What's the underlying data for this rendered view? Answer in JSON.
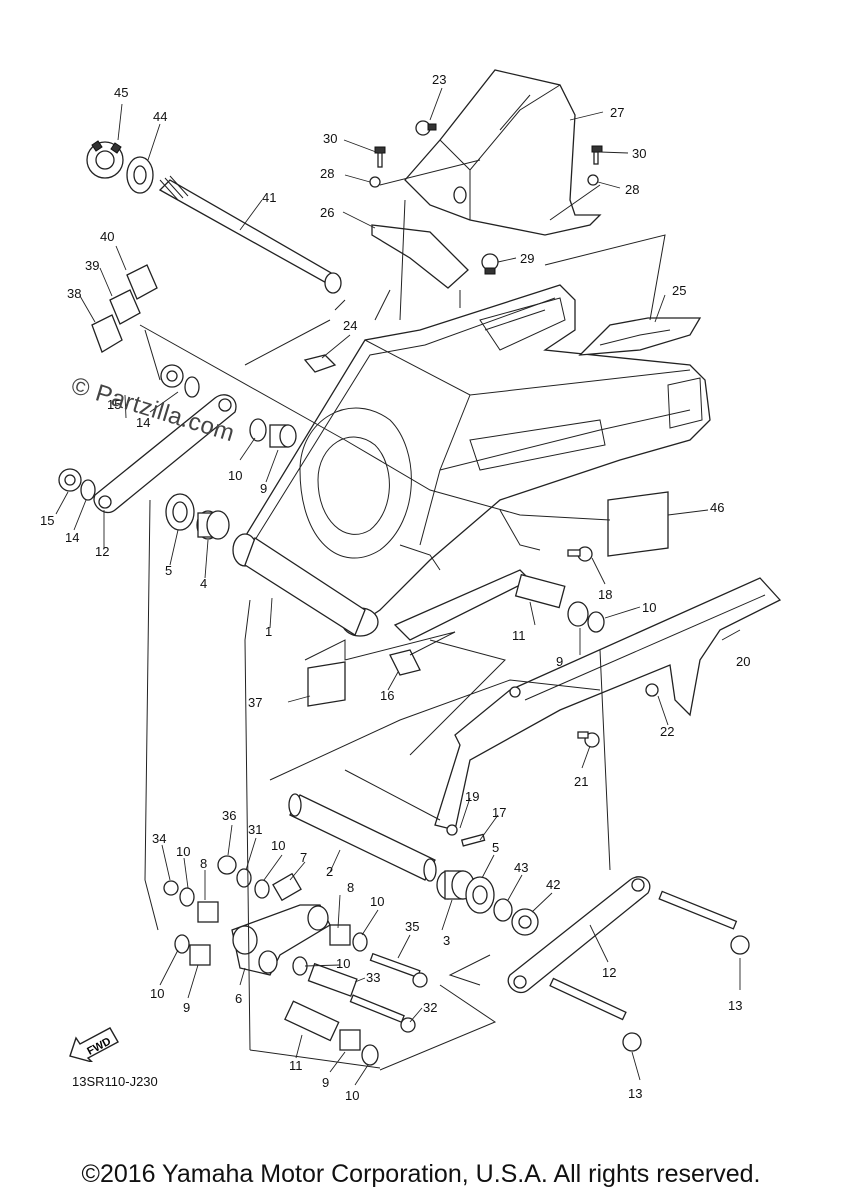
{
  "watermark": "© Partzilla.com",
  "diagram_code": "13SR110-J230",
  "copyright": "©2016 Yamaha Motor Corporation, U.S.A. All rights reserved.",
  "fwd_label": "FWD",
  "callouts": [
    {
      "id": "c1",
      "text": "1"
    },
    {
      "id": "c2",
      "text": "2"
    },
    {
      "id": "c3",
      "text": "3"
    },
    {
      "id": "c4",
      "text": "4"
    },
    {
      "id": "c5a",
      "text": "5"
    },
    {
      "id": "c5b",
      "text": "5"
    },
    {
      "id": "c6",
      "text": "6"
    },
    {
      "id": "c7",
      "text": "7"
    },
    {
      "id": "c8a",
      "text": "8"
    },
    {
      "id": "c8b",
      "text": "8"
    },
    {
      "id": "c9a",
      "text": "9"
    },
    {
      "id": "c9b",
      "text": "9"
    },
    {
      "id": "c9c",
      "text": "9"
    },
    {
      "id": "c9d",
      "text": "9"
    },
    {
      "id": "c10a",
      "text": "10"
    },
    {
      "id": "c10b",
      "text": "10"
    },
    {
      "id": "c10c",
      "text": "10"
    },
    {
      "id": "c10d",
      "text": "10"
    },
    {
      "id": "c10e",
      "text": "10"
    },
    {
      "id": "c10f",
      "text": "10"
    },
    {
      "id": "c10g",
      "text": "10"
    },
    {
      "id": "c10h",
      "text": "10"
    },
    {
      "id": "c11a",
      "text": "11"
    },
    {
      "id": "c11b",
      "text": "11"
    },
    {
      "id": "c12a",
      "text": "12"
    },
    {
      "id": "c12b",
      "text": "12"
    },
    {
      "id": "c13a",
      "text": "13"
    },
    {
      "id": "c13b",
      "text": "13"
    },
    {
      "id": "c14a",
      "text": "14"
    },
    {
      "id": "c14b",
      "text": "14"
    },
    {
      "id": "c15a",
      "text": "15"
    },
    {
      "id": "c15b",
      "text": "15"
    },
    {
      "id": "c16",
      "text": "16"
    },
    {
      "id": "c17",
      "text": "17"
    },
    {
      "id": "c18",
      "text": "18"
    },
    {
      "id": "c19",
      "text": "19"
    },
    {
      "id": "c20",
      "text": "20"
    },
    {
      "id": "c21",
      "text": "21"
    },
    {
      "id": "c22",
      "text": "22"
    },
    {
      "id": "c23",
      "text": "23"
    },
    {
      "id": "c24",
      "text": "24"
    },
    {
      "id": "c25",
      "text": "25"
    },
    {
      "id": "c26",
      "text": "26"
    },
    {
      "id": "c27",
      "text": "27"
    },
    {
      "id": "c28a",
      "text": "28"
    },
    {
      "id": "c28b",
      "text": "28"
    },
    {
      "id": "c29",
      "text": "29"
    },
    {
      "id": "c30a",
      "text": "30"
    },
    {
      "id": "c30b",
      "text": "30"
    },
    {
      "id": "c31",
      "text": "31"
    },
    {
      "id": "c32",
      "text": "32"
    },
    {
      "id": "c33",
      "text": "33"
    },
    {
      "id": "c34",
      "text": "34"
    },
    {
      "id": "c35",
      "text": "35"
    },
    {
      "id": "c36",
      "text": "36"
    },
    {
      "id": "c37",
      "text": "37"
    },
    {
      "id": "c38",
      "text": "38"
    },
    {
      "id": "c39",
      "text": "39"
    },
    {
      "id": "c40",
      "text": "40"
    },
    {
      "id": "c41",
      "text": "41"
    },
    {
      "id": "c42",
      "text": "42"
    },
    {
      "id": "c43",
      "text": "43"
    },
    {
      "id": "c44",
      "text": "44"
    },
    {
      "id": "c45",
      "text": "45"
    },
    {
      "id": "c46",
      "text": "46"
    }
  ]
}
